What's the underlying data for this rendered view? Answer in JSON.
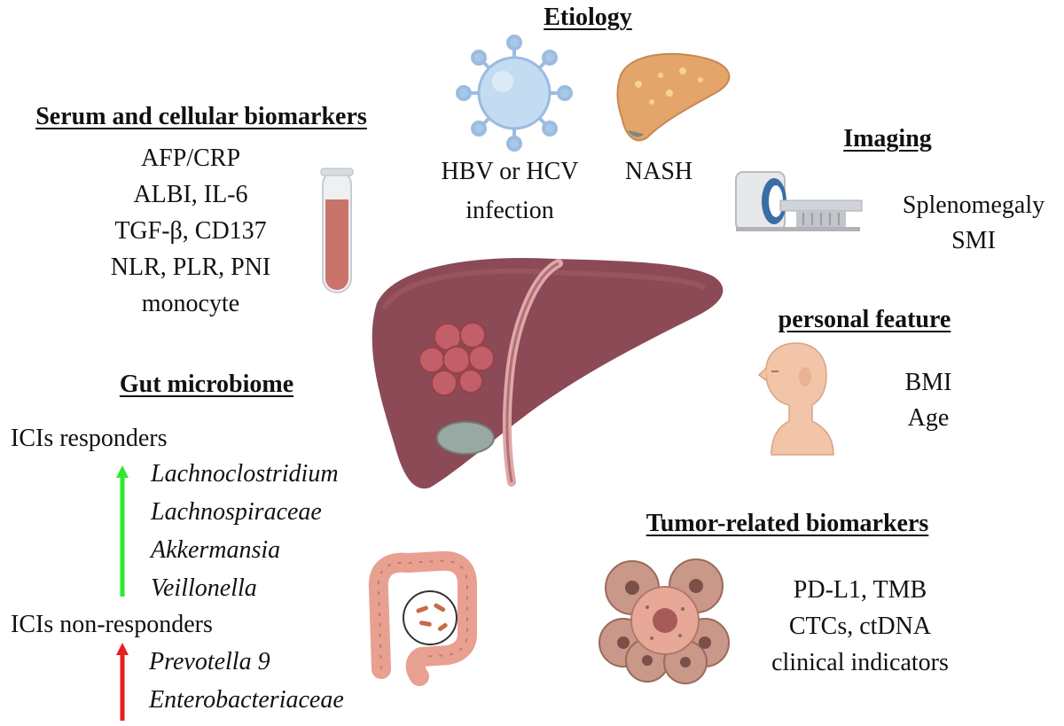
{
  "etiology": {
    "heading": "Etiology",
    "virus_label_1": "HBV or HCV",
    "virus_label_2": "infection",
    "nash_label": "NASH"
  },
  "serum": {
    "heading": "Serum and cellular biomarkers",
    "items": [
      "AFP/CRP",
      "ALBI, IL-6",
      "TGF-β, CD137",
      "NLR, PLR, PNI",
      "monocyte"
    ]
  },
  "imaging": {
    "heading": "Imaging",
    "items": [
      "Splenomegaly",
      "SMI"
    ]
  },
  "personal": {
    "heading": "personal feature",
    "items": [
      "BMI",
      "Age"
    ]
  },
  "gut": {
    "heading": "Gut microbiome",
    "responders_label": "ICIs responders",
    "responders": [
      "Lachnoclostridium",
      "Lachnospiraceae",
      "Akkermansia",
      "Veillonella"
    ],
    "nonresponders_label": "ICIs non-responders",
    "nonresponders": [
      "Prevotella 9",
      "Enterobacteriaceae"
    ]
  },
  "tumor": {
    "heading": "Tumor-related biomarkers",
    "items": [
      "PD-L1, TMB",
      "CTCs, ctDNA",
      "clinical indicators"
    ]
  },
  "colors": {
    "liver": "#8b4a55",
    "green_arrow": "#2ee82e",
    "red_arrow": "#e62020",
    "tube_blood": "#c9736a",
    "virus": "#a8c8e8"
  },
  "icons": [
    "virus-icon",
    "fatty-liver-icon",
    "blood-tube-icon",
    "mri-scanner-icon",
    "human-head-icon",
    "liver-icon",
    "colon-icon",
    "tumor-cells-icon"
  ]
}
